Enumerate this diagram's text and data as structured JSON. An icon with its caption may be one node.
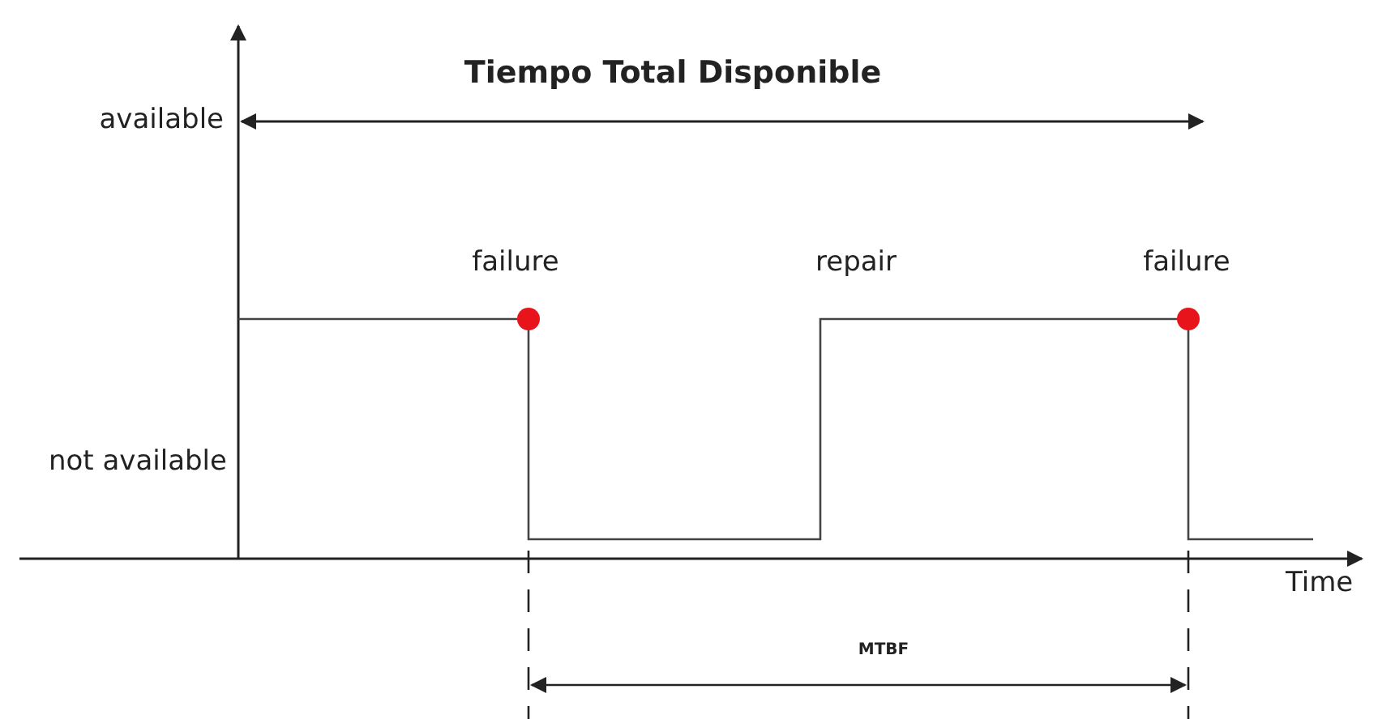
{
  "diagram": {
    "labels": [
      "Tiempo Total Disponible",
      "available",
      "failure",
      "repair",
      "failure",
      "not available",
      "Time",
      "MTBF"
    ]
  }
}
